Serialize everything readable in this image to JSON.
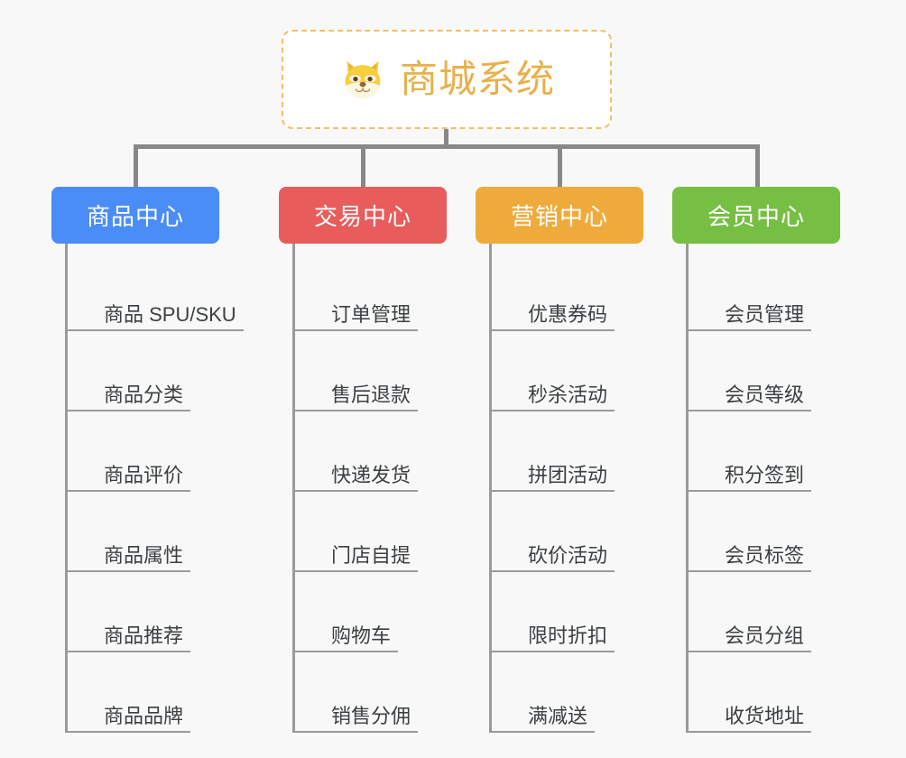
{
  "diagram": {
    "background_color": "#f8f8f8",
    "connector_color": "#888888",
    "leaf_line_color": "#9a9a9a",
    "leaf_text_color": "#3c4043"
  },
  "root": {
    "icon": "shiba-dog-face-emoji",
    "title": "商城系统",
    "title_color": "#e8b04b",
    "border_color": "#f0c068",
    "background_color": "#ffffff"
  },
  "categories": [
    {
      "label": "商品中心",
      "color": "#4a8df6",
      "items": [
        "商品 SPU/SKU",
        "商品分类",
        "商品评价",
        "商品属性",
        "商品推荐",
        "商品品牌"
      ]
    },
    {
      "label": "交易中心",
      "color": "#e85c5c",
      "items": [
        "订单管理",
        "售后退款",
        "快递发货",
        "门店自提",
        "购物车",
        "销售分佣"
      ]
    },
    {
      "label": "营销中心",
      "color": "#eeab3c",
      "items": [
        "优惠券码",
        "秒杀活动",
        "拼团活动",
        "砍价活动",
        "限时折扣",
        "满减送"
      ]
    },
    {
      "label": "会员中心",
      "color": "#76bf43",
      "items": [
        "会员管理",
        "会员等级",
        "积分签到",
        "会员标签",
        "会员分组",
        "收货地址"
      ]
    }
  ]
}
